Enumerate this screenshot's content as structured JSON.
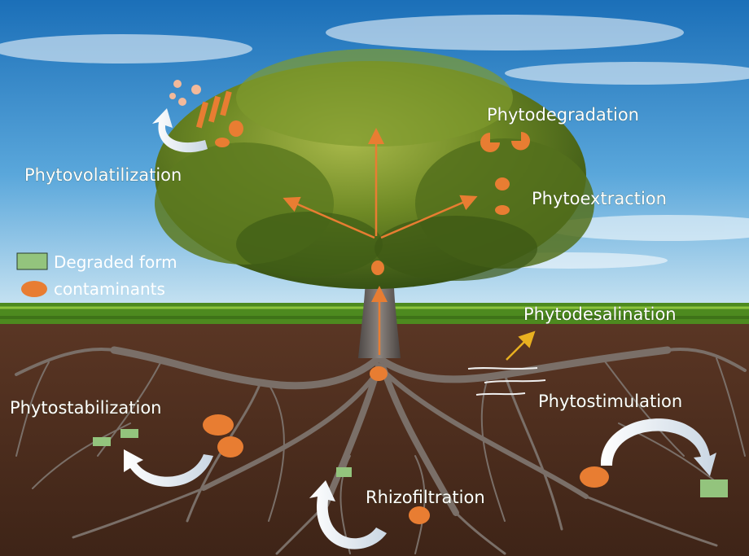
{
  "processes": {
    "phytovolatilization": "Phytovolatilization",
    "phytodegradation": "Phytodegradation",
    "phytoextraction": "Phytoextraction",
    "phytodesalination": "Phytodesalination",
    "phytostabilization": "Phytostabilization",
    "phytostimulation": "Phytostimulation",
    "rhizofiltration": "Rhizofiltration"
  },
  "legend": {
    "degraded_form": "Degraded form",
    "contaminants": "contaminants"
  },
  "colors": {
    "contaminant": "#e87d32",
    "degraded_form": "#93c47d",
    "sky_top": "#1f79c4",
    "soil": "#4a2e1f",
    "grass": "#4d8a1f",
    "foliage": "#4f6e1a",
    "root": "#7a6f68",
    "arrow_orange": "#e87d32",
    "arrow_yellow": "#e8b020"
  }
}
